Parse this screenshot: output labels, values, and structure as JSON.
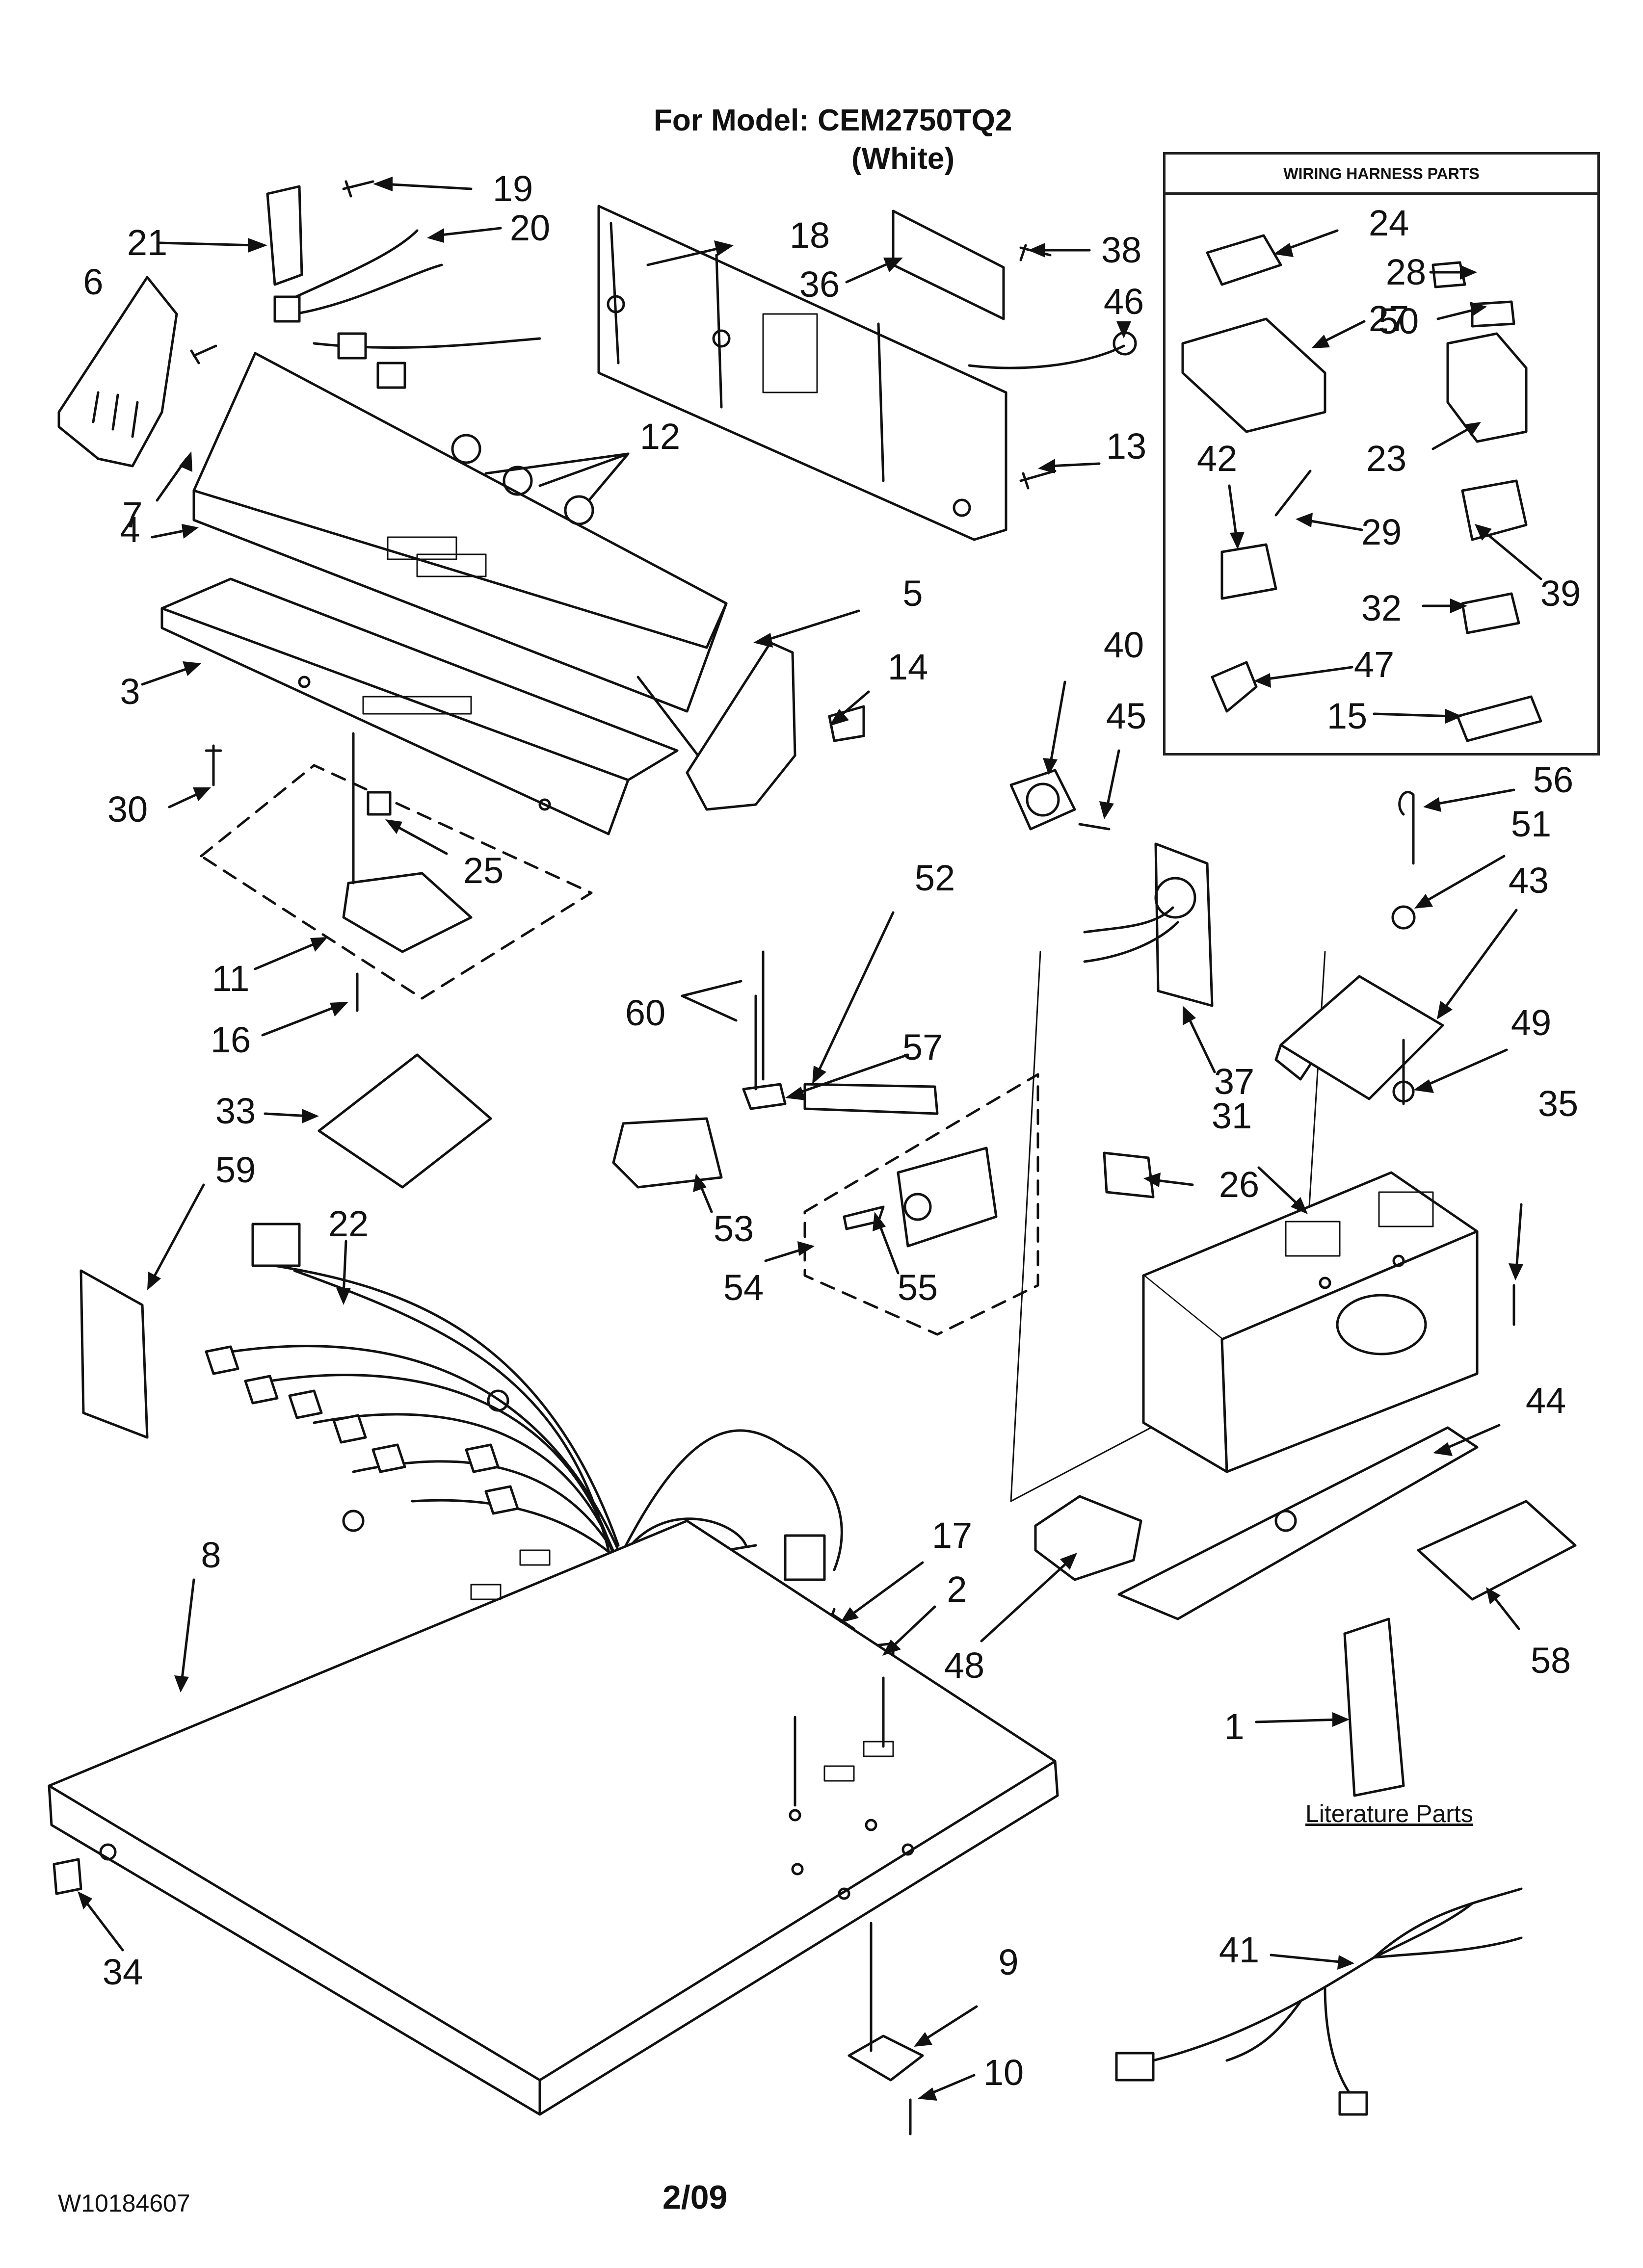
{
  "header": {
    "model_line": "For Model: CEM2750TQ2",
    "color_line": "(White)"
  },
  "harness_box": {
    "title": "WIRING HARNESS PARTS"
  },
  "literature": {
    "label": "Literature Parts"
  },
  "footer": {
    "doc_number": "W10184607",
    "date": "2/09"
  },
  "callouts": [
    "19",
    "21",
    "20",
    "6",
    "18",
    "36",
    "38",
    "46",
    "12",
    "7",
    "4",
    "13",
    "3",
    "5",
    "14",
    "30",
    "25",
    "11",
    "16",
    "33",
    "59",
    "22",
    "8",
    "34",
    "60",
    "52",
    "57",
    "53",
    "54",
    "55",
    "17",
    "2",
    "48",
    "40",
    "45",
    "37",
    "56",
    "51",
    "43",
    "49",
    "31",
    "26",
    "35",
    "44",
    "58",
    "1",
    "41",
    "9",
    "10",
    "24",
    "28",
    "27",
    "50",
    "23",
    "42",
    "29",
    "39",
    "32",
    "47",
    "15"
  ],
  "icons": {
    "title_mark": "exploded-parts-diagram"
  }
}
